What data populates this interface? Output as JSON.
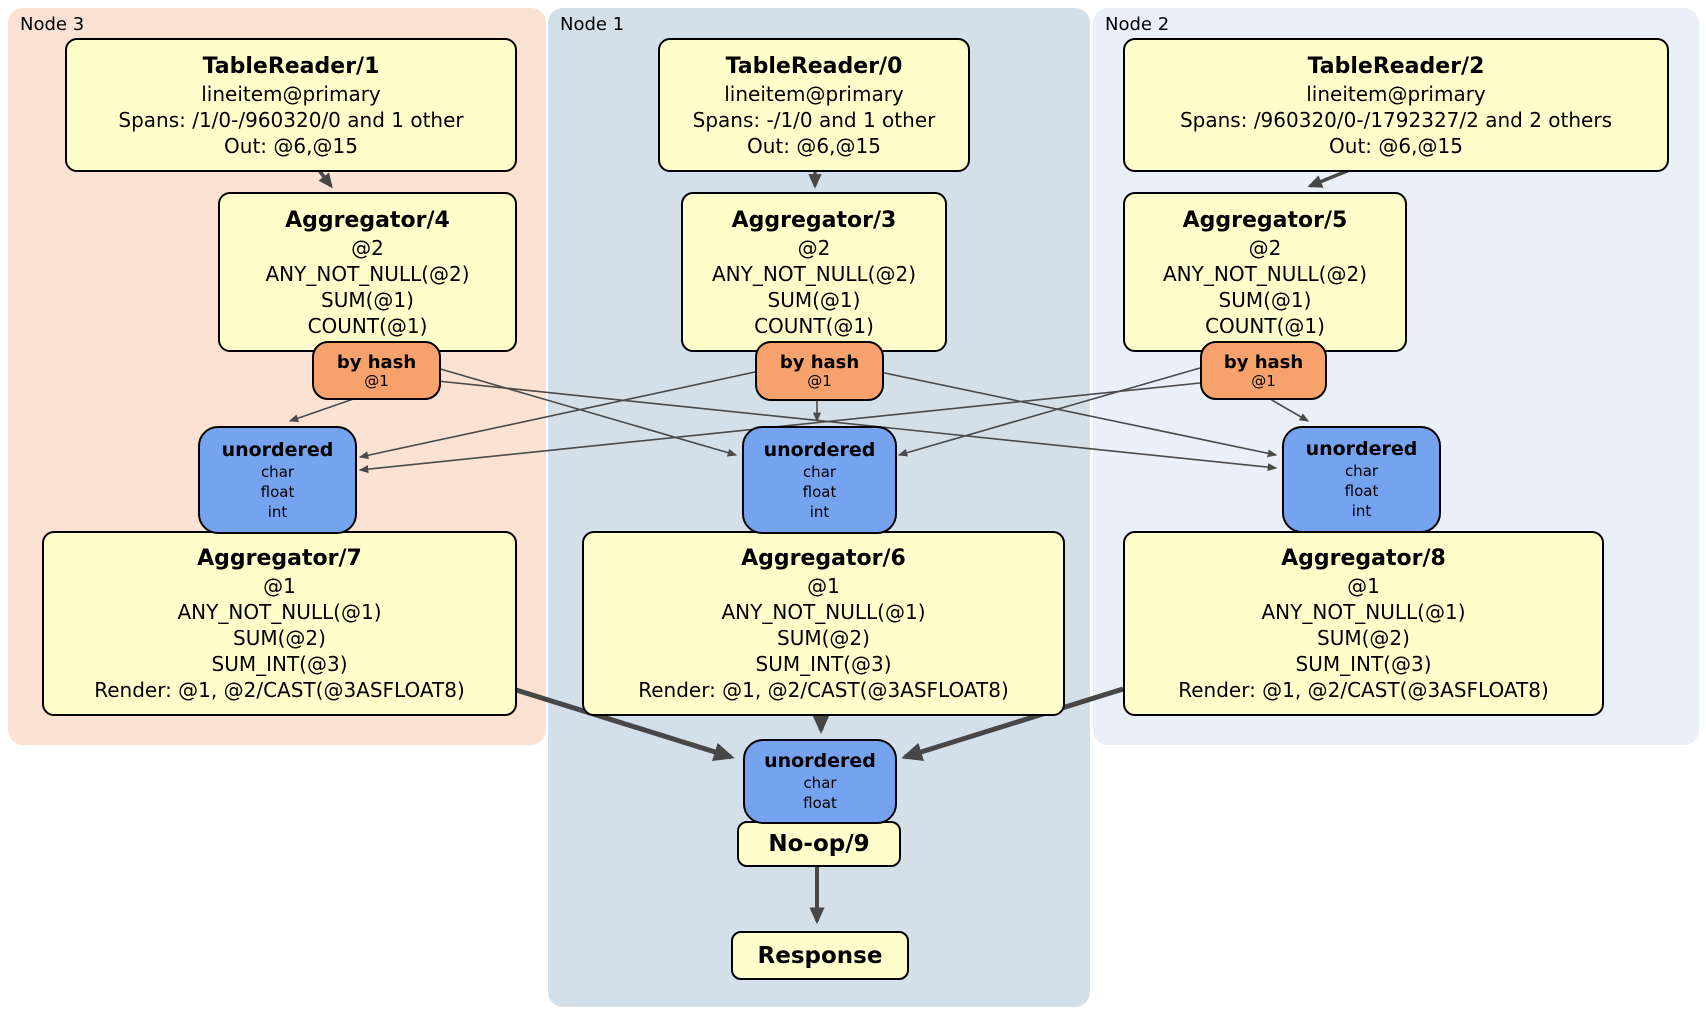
{
  "regions": [
    {
      "label": "Node 3",
      "color": "#fce2d3"
    },
    {
      "label": "Node 1",
      "color": "#d3e0e9"
    },
    {
      "label": "Node 2",
      "color": "#eaf0fa"
    }
  ],
  "colors": {
    "processor_box": "#ffffcc",
    "router_box": "#f7a26d",
    "sync_box": "#76a3f0",
    "edge": "#4a4a4a"
  },
  "boxes": {
    "tr1": {
      "title": "TableReader/1",
      "lines": [
        "lineitem@primary",
        "Spans: /1/0-/960320/0 and 1 other",
        "Out: @6,@15"
      ]
    },
    "agg4": {
      "title": "Aggregator/4",
      "lines": [
        "@2",
        "ANY_NOT_NULL(@2)",
        "SUM(@1)",
        "COUNT(@1)"
      ]
    },
    "bh3": {
      "title": "by hash",
      "lines": [
        "@1"
      ]
    },
    "un3": {
      "title": "unordered",
      "lines": [
        "char",
        "float",
        "int"
      ]
    },
    "agg7": {
      "title": "Aggregator/7",
      "lines": [
        "@1",
        "ANY_NOT_NULL(@1)",
        "SUM(@2)",
        "SUM_INT(@3)",
        "Render: @1, @2/CAST(@3ASFLOAT8)"
      ]
    },
    "tr0": {
      "title": "TableReader/0",
      "lines": [
        "lineitem@primary",
        "Spans: -/1/0 and 1 other",
        "Out: @6,@15"
      ]
    },
    "agg3": {
      "title": "Aggregator/3",
      "lines": [
        "@2",
        "ANY_NOT_NULL(@2)",
        "SUM(@1)",
        "COUNT(@1)"
      ]
    },
    "bh1": {
      "title": "by hash",
      "lines": [
        "@1"
      ]
    },
    "un1": {
      "title": "unordered",
      "lines": [
        "char",
        "float",
        "int"
      ]
    },
    "agg6": {
      "title": "Aggregator/6",
      "lines": [
        "@1",
        "ANY_NOT_NULL(@1)",
        "SUM(@2)",
        "SUM_INT(@3)",
        "Render: @1, @2/CAST(@3ASFLOAT8)"
      ]
    },
    "unf": {
      "title": "unordered",
      "lines": [
        "char",
        "float"
      ]
    },
    "noop": {
      "title": "No-op/9",
      "lines": []
    },
    "resp": {
      "title": "Response",
      "lines": []
    },
    "tr2": {
      "title": "TableReader/2",
      "lines": [
        "lineitem@primary",
        "Spans: /960320/0-/1792327/2 and 2 others",
        "Out: @6,@15"
      ]
    },
    "agg5": {
      "title": "Aggregator/5",
      "lines": [
        "@2",
        "ANY_NOT_NULL(@2)",
        "SUM(@1)",
        "COUNT(@1)"
      ]
    },
    "bh2": {
      "title": "by hash",
      "lines": [
        "@1"
      ]
    },
    "un2": {
      "title": "unordered",
      "lines": [
        "char",
        "float",
        "int"
      ]
    },
    "agg8": {
      "title": "Aggregator/8",
      "lines": [
        "@1",
        "ANY_NOT_NULL(@1)",
        "SUM(@2)",
        "SUM_INT(@3)",
        "Render: @1, @2/CAST(@3ASFLOAT8)"
      ]
    }
  },
  "edges": [
    {
      "from": "TableReader/1",
      "to": "Aggregator/4",
      "kind": "arrow"
    },
    {
      "from": "TableReader/0",
      "to": "Aggregator/3",
      "kind": "arrow"
    },
    {
      "from": "TableReader/2",
      "to": "Aggregator/5",
      "kind": "arrow"
    },
    {
      "from": "by hash (Node 3)",
      "to": "unordered (Node 3)",
      "kind": "stream"
    },
    {
      "from": "by hash (Node 3)",
      "to": "unordered (Node 1)",
      "kind": "stream"
    },
    {
      "from": "by hash (Node 3)",
      "to": "unordered (Node 2)",
      "kind": "stream"
    },
    {
      "from": "by hash (Node 1)",
      "to": "unordered (Node 3)",
      "kind": "stream"
    },
    {
      "from": "by hash (Node 1)",
      "to": "unordered (Node 1)",
      "kind": "stream"
    },
    {
      "from": "by hash (Node 1)",
      "to": "unordered (Node 2)",
      "kind": "stream"
    },
    {
      "from": "by hash (Node 2)",
      "to": "unordered (Node 3)",
      "kind": "stream"
    },
    {
      "from": "by hash (Node 2)",
      "to": "unordered (Node 1)",
      "kind": "stream"
    },
    {
      "from": "by hash (Node 2)",
      "to": "unordered (Node 2)",
      "kind": "stream"
    },
    {
      "from": "Aggregator/7",
      "to": "unordered (final)",
      "kind": "arrow"
    },
    {
      "from": "Aggregator/6",
      "to": "unordered (final)",
      "kind": "arrow"
    },
    {
      "from": "Aggregator/8",
      "to": "unordered (final)",
      "kind": "arrow"
    },
    {
      "from": "No-op/9",
      "to": "Response",
      "kind": "arrow"
    }
  ]
}
